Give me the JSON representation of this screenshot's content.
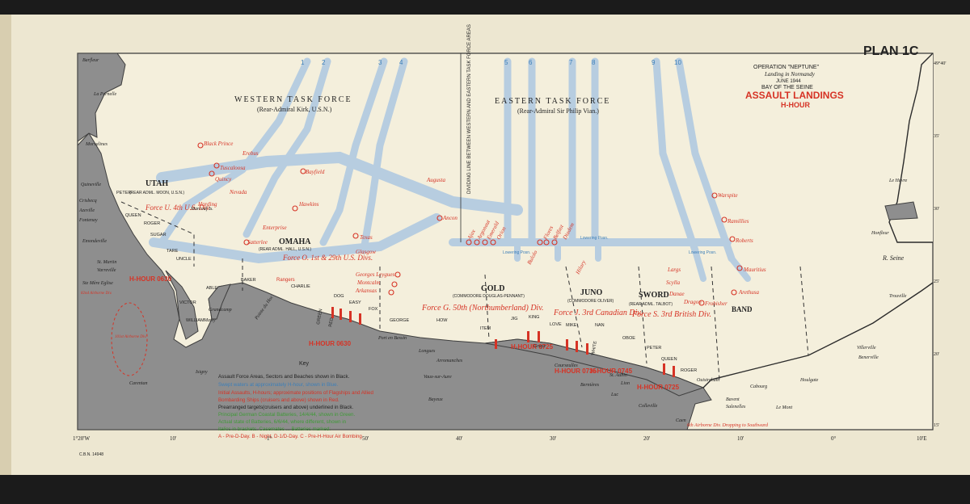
{
  "plate": {
    "label": "PLAN 1C",
    "stamp": "C.B.N. 14948"
  },
  "operation": {
    "line1": "OPERATION \"NEPTUNE\"",
    "line2": "Landing in Normandy",
    "line3": "JUNE 1944",
    "line4": "BAY OF THE SEINE",
    "title": "ASSAULT LANDINGS",
    "subtitle": "H-HOUR"
  },
  "task_forces": {
    "western": "WESTERN TASK FORCE",
    "western_commander": "(Rear-Admiral Kirk, U.S.N.)",
    "eastern": "EASTERN TASK FORCE",
    "eastern_commander": "(Rear-Admiral Sir Philip Vian.)",
    "dividing_line": "DIVIDING LINE BETWEEN WESTERN AND EASTERN TASK FORCE AREAS"
  },
  "lane_numbers": [
    "1",
    "2",
    "3",
    "4",
    "5",
    "6",
    "7",
    "8",
    "9",
    "10"
  ],
  "beaches": {
    "utah": "UTAH",
    "omaha": "OMAHA",
    "gold": "GOLD",
    "juno": "JUNO",
    "sword": "SWORD",
    "band": "BAND",
    "gold_cmdr": "(COMMODORE DOUGLAS-PENNANT)",
    "juno_cmdr": "(COMMODORE OLIVER)",
    "sword_cmdr": "(REAR ADML. TALBOT)",
    "utah_cmdr": "(REAR ADML. MOON, U.S.N.)",
    "omaha_cmdr": "(REAR ADML. HALL, U.S.N.)"
  },
  "forces": {
    "u": "Force U. 4th U.S. Div.",
    "o": "Force O. 1st & 29th U.S. Divs.",
    "g": "Force G. 50th (Northumberland) Div.",
    "j": "Force J. 3rd Canadian Div.",
    "s": "Force S. 3rd British Div."
  },
  "h_hours": {
    "utah": "H-HOUR 0630",
    "omaha": "H-HOUR 0630",
    "gold": "H-HOUR 0725",
    "juno1": "H-HOUR 0735",
    "juno2": "H-HOUR 0745",
    "sword": "H-HOUR 0725"
  },
  "ships": {
    "west": [
      "Black Prince",
      "Erebus",
      "Tuscaloosa",
      "Quincy",
      "Nevada",
      "Hawkins",
      "Bayfield",
      "Enterprise",
      "Ancon",
      "Texas",
      "Glasgow",
      "Augusta",
      "Arkansas",
      "Georges Leygues",
      "Montcalm",
      "Harding",
      "Satterlee"
    ],
    "east": [
      "Ajax",
      "Argonaut",
      "Emerald",
      "Orion",
      "Flores",
      "Belfast",
      "Diadem",
      "Bulolo",
      "Hilary",
      "Warspite",
      "Ramillies",
      "Roberts",
      "Mauritius",
      "Arethusa",
      "Frobisher",
      "Largs",
      "Danae",
      "Dragon",
      "Scylla"
    ]
  },
  "sectors": {
    "utah": [
      "TARE",
      "UNCLE",
      "VICTOR",
      "WILLIAM",
      "SUGAR",
      "ROGER",
      "QUEEN",
      "PETER"
    ],
    "omaha": [
      "ABLE",
      "BAKER",
      "CHARLIE",
      "DOG",
      "EASY",
      "FOX",
      "GEORGE"
    ],
    "gold": [
      "HOW",
      "ITEM",
      "JIG",
      "KING",
      "LOVE"
    ],
    "juno": [
      "MIKE",
      "NAN"
    ],
    "sword": [
      "OBOE",
      "PETER",
      "QUEEN",
      "ROGER"
    ],
    "colors": [
      "GREEN",
      "RED",
      "WHITE"
    ]
  },
  "places": [
    "Barfleur",
    "La Pernelle",
    "Morsalines",
    "Quineville",
    "Crisbecq",
    "Azeville",
    "Fontenay",
    "Emondeville",
    "St. Martin",
    "Varreville",
    "Ste Mère Eglise",
    "Carentan",
    "Isigny",
    "Grandcamp",
    "Maisy",
    "Pointe du Hoc",
    "Port en Bessin",
    "Longues",
    "Arromanches",
    "Vaux-sur-Aure",
    "Bayeux",
    "Courseulles",
    "Bernières",
    "Ouistreham",
    "Colleville",
    "Caen",
    "Cabourg",
    "Houlgate",
    "Villerville",
    "Trouville",
    "Le Havre",
    "Honfleur",
    "Le Mont",
    "Bavent",
    "Benerville",
    "Salenelles",
    "Graye",
    "St. Aubin",
    "Lion",
    "Luc",
    "R. Seine"
  ],
  "airborne": [
    "82nd Airborne Div.",
    "101st Airborne Div.",
    "6th Airborne Div. Dropping to Southward"
  ],
  "landmarks": [
    "Marcouf Is.",
    "Rangers",
    "Lowering Posn.",
    "Lowering Posn.",
    "Lowering Posn.",
    "Key"
  ],
  "legend": {
    "line1": "Assault Force Areas, Sectors and Beaches shown in Black.",
    "line2": "Swept waters at approximately H-hour, shown in Blue.",
    "line3": "Initial Assaults, H-hours; approximate positions of Flagships and Allied",
    "line4": "Bombarding Ships (cruisers and above) shown in Red.",
    "line5": "Prearranged targets(cruisers and above) underlined in Black.",
    "line6": "Principal German Coastal Batteries, 14/4/44, shown in Green.",
    "line7": "Actual state of Batteries, 6/6/44, where different, shown in",
    "line8": "italics in brackets. Casemates ...  Batteries marked:",
    "line9": "A - Pre-D-Day. B - Night, D-1/D-Day. C - Pre-H-Hour Air Bombing"
  },
  "coordinates": {
    "lon": [
      "1°20'W",
      "10'",
      "1°",
      "50'",
      "40'",
      "30'",
      "20'",
      "10'",
      "0°",
      "10'E"
    ],
    "lat": [
      "49°40'",
      "35'",
      "30'",
      "25'",
      "20'",
      "15'"
    ]
  },
  "colors": {
    "red": "#d63325",
    "blue": "#b7cde0",
    "green": "#3f9a37",
    "paper": "#f4efdc",
    "land": "#8e8e8e"
  }
}
